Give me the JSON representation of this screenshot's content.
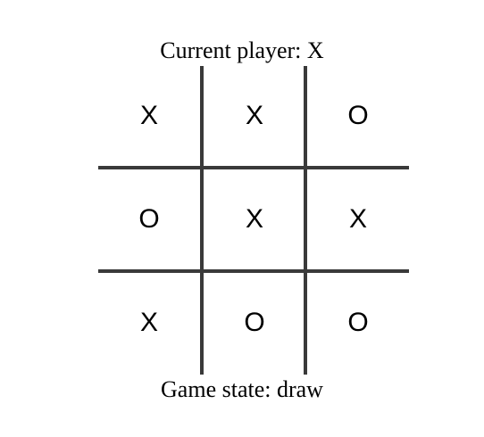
{
  "status": {
    "current_player": "Current player: X",
    "game_state": "Game state: draw"
  },
  "board": {
    "cells": [
      [
        "X",
        "X",
        "O"
      ],
      [
        "O",
        "X",
        "X"
      ],
      [
        "X",
        "O",
        "O"
      ]
    ]
  },
  "colors": {
    "grid_line": "#3a3a3a",
    "text": "#000000",
    "background": "#ffffff"
  }
}
